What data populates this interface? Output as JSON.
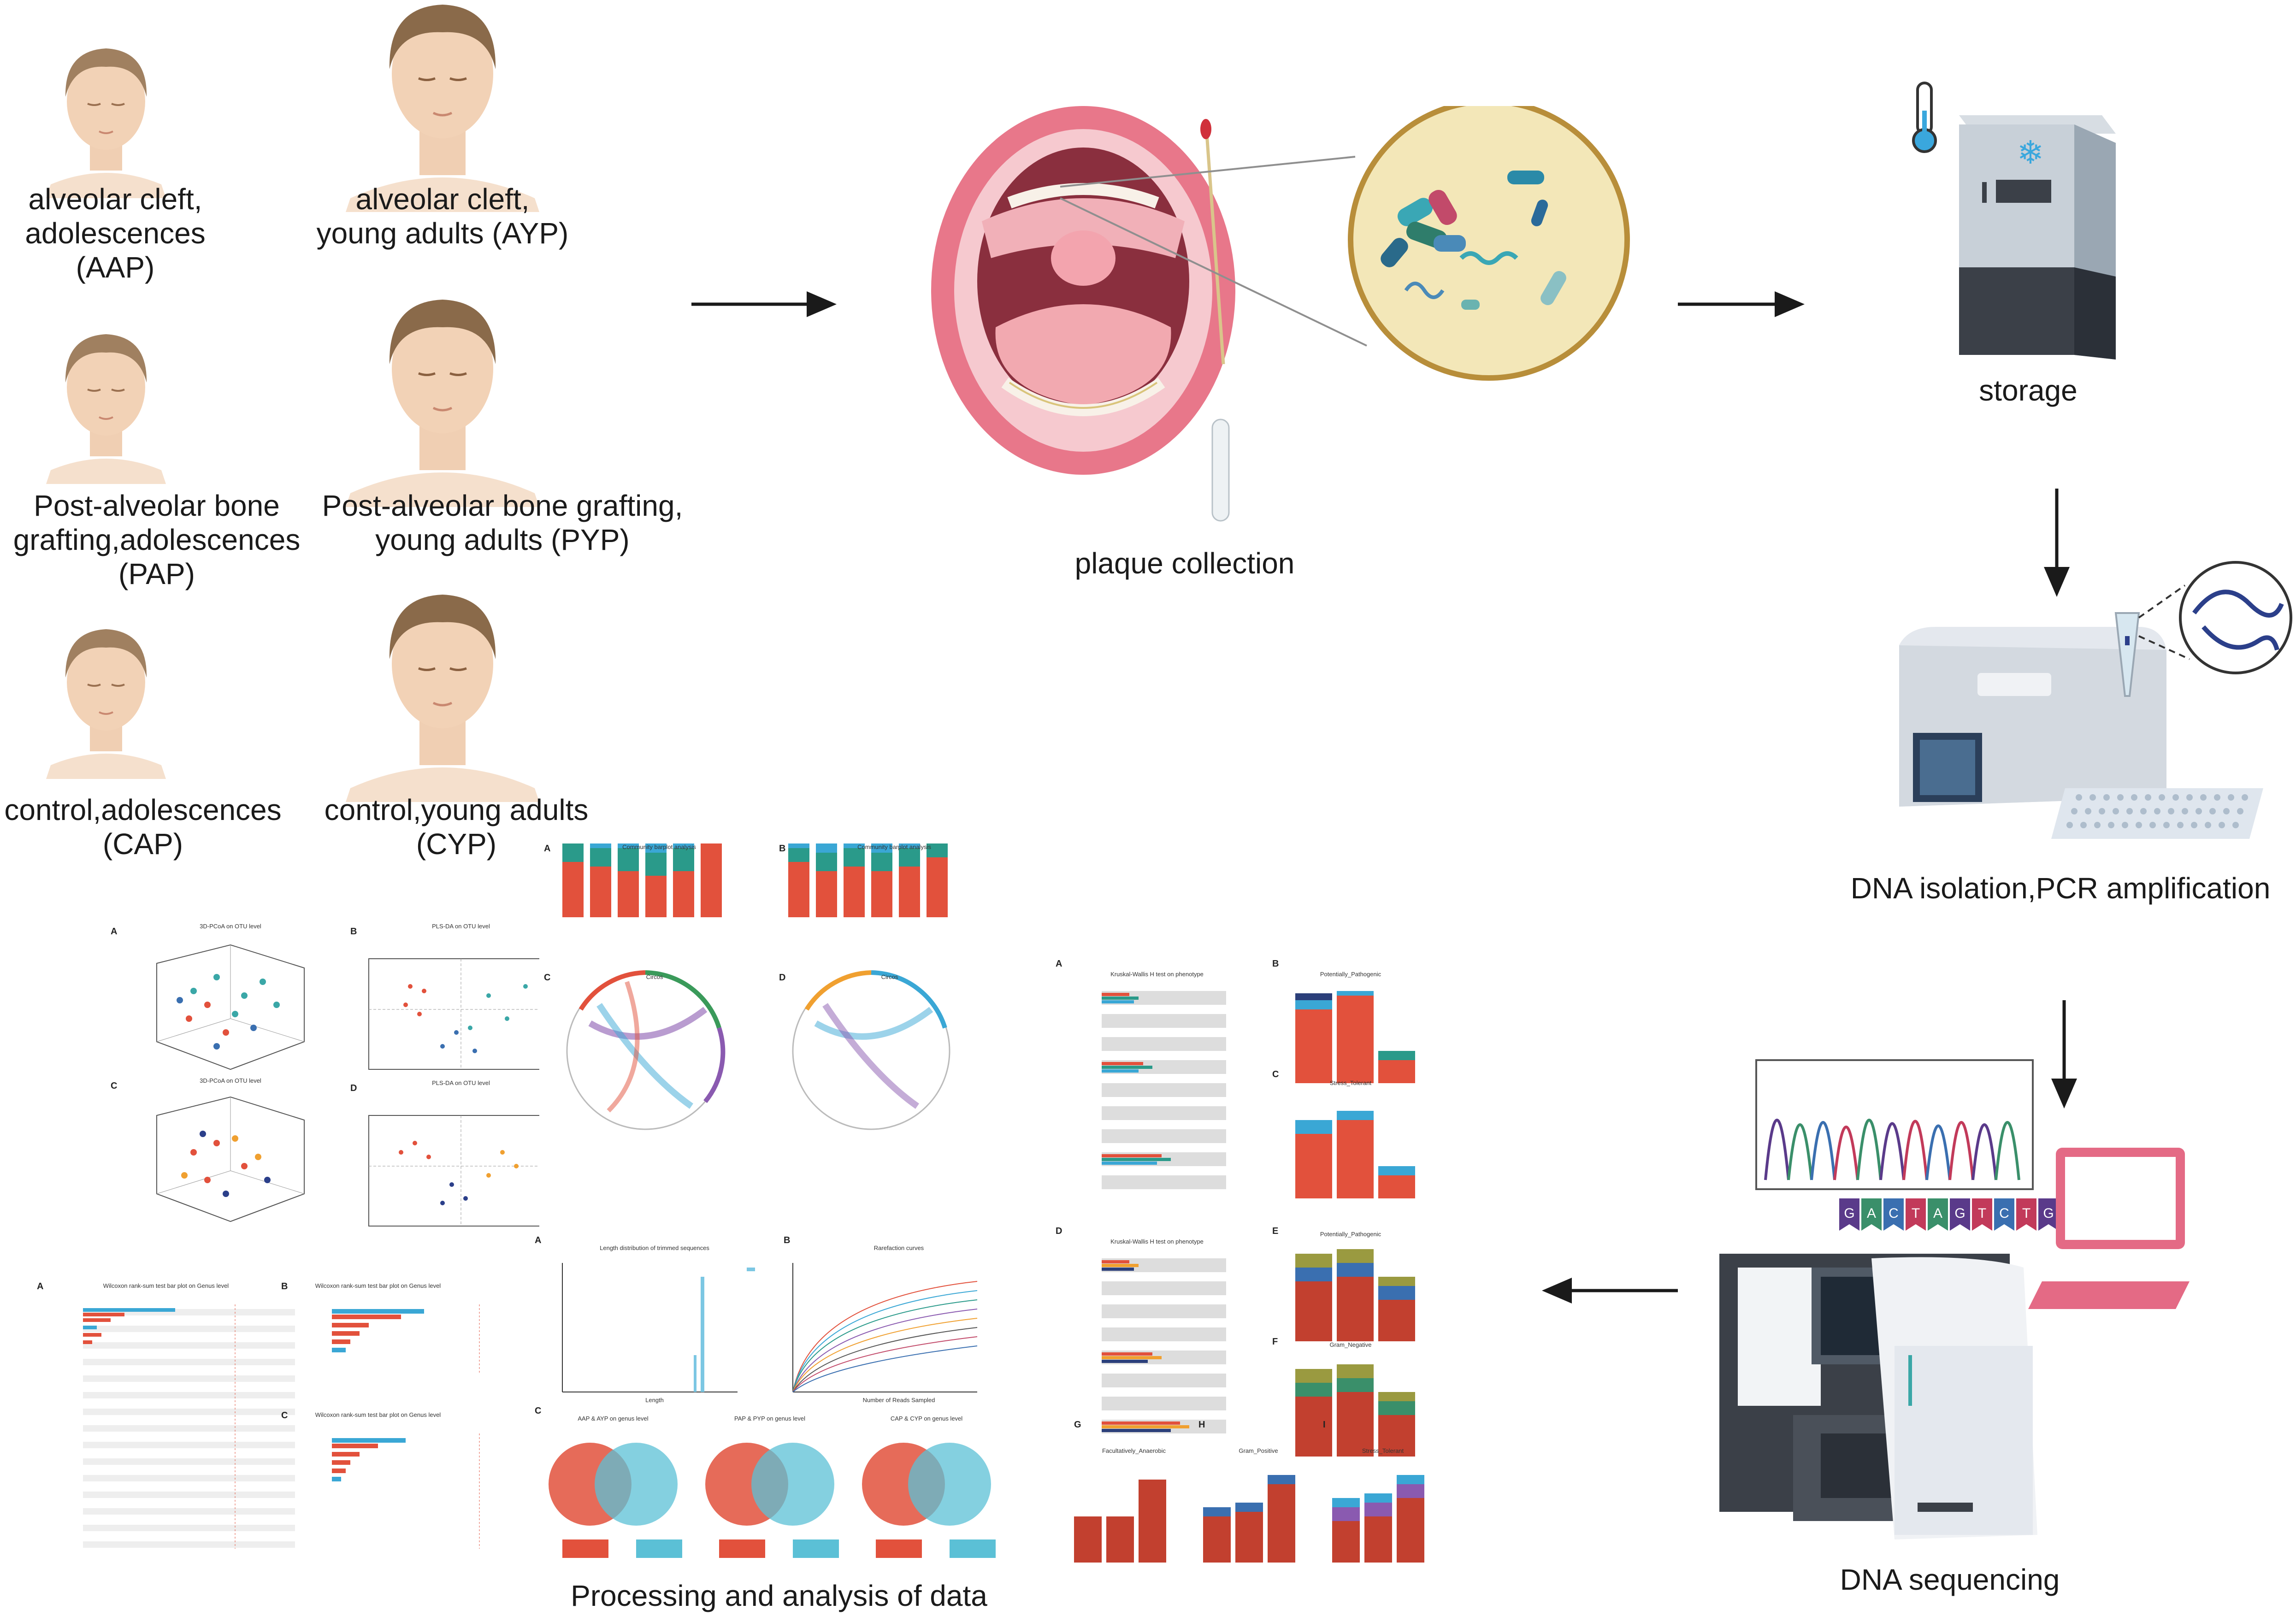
{
  "subjects": [
    {
      "id": "aap",
      "label": [
        "alveolar cleft,",
        "adolescences",
        "(AAP)"
      ]
    },
    {
      "id": "ayp",
      "label": [
        "alveolar cleft,",
        "young adults (AYP)"
      ]
    },
    {
      "id": "pap",
      "label": [
        "Post-alveolar bone",
        "grafting,adolescences",
        "(PAP)"
      ]
    },
    {
      "id": "pyp",
      "label": [
        "Post-alveolar bone grafting,",
        "young adults (PYP)"
      ]
    },
    {
      "id": "cap",
      "label": [
        "control,adolescences",
        "(CAP)"
      ]
    },
    {
      "id": "cyp",
      "label": [
        "control,young adults",
        "(CYP)"
      ]
    }
  ],
  "steps": {
    "plaque": "plaque collection",
    "storage": "storage",
    "dna": "DNA isolation,PCR amplification",
    "sequencing": "DNA sequencing",
    "analysis": "Processing and analysis of data"
  },
  "dna_bases": [
    "G",
    "A",
    "C",
    "T",
    "A",
    "G",
    "T",
    "C",
    "T",
    "G"
  ],
  "base_colors": {
    "G": "#5a3a8a",
    "A": "#3a8f6a",
    "C": "#3a6fb0",
    "T": "#c23a5a"
  },
  "mini_panels": {
    "pcoa_a": {
      "letter": "A",
      "title": "3D-PCoA on OTU level"
    },
    "plsda_b": {
      "letter": "B",
      "title": "PLS-DA on OTU level"
    },
    "pcoa_c": {
      "letter": "C",
      "title": "3D-PCoA on OTU level"
    },
    "plsda_d": {
      "letter": "D",
      "title": "PLS-DA on OTU level"
    },
    "wilcox_a": {
      "letter": "A",
      "title": "Wilcoxon rank-sum test bar plot on Genus level"
    },
    "wilcox_b": {
      "letter": "B",
      "title": "Wilcoxon rank-sum test bar plot on Genus level"
    },
    "wilcox_c": {
      "letter": "C",
      "title": "Wilcoxon rank-sum test bar plot on Genus level"
    },
    "comm_a": {
      "letter": "A",
      "title": "Community barplot analysis"
    },
    "comm_b": {
      "letter": "B",
      "title": "Community barplot analysis"
    },
    "circos_c": {
      "letter": "C",
      "title": "Circos"
    },
    "circos_d": {
      "letter": "D",
      "title": "Circos"
    },
    "len_a": {
      "letter": "A",
      "title": "Length distribution of trimmed sequences",
      "xlabel": "Length"
    },
    "rare_b": {
      "letter": "B",
      "title": "Rarefaction curves",
      "xlabel": "Number of Reads Sampled"
    },
    "venn_c": {
      "letter": "C"
    },
    "venn1": {
      "title": "AAP & AYP on genus level"
    },
    "venn2": {
      "title": "PAP & PYP on genus level"
    },
    "venn3": {
      "title": "CAP & CYP on genus level"
    },
    "kw_a": {
      "letter": "A",
      "title": "Kruskal-Wallis H test on phenotype"
    },
    "kw_d": {
      "letter": "D",
      "title": "Kruskal-Wallis H test on phenotype"
    },
    "pheno_b": {
      "letter": "B",
      "title": "Potentially_Pathogenic"
    },
    "pheno_c": {
      "letter": "C",
      "title": "Stress_Tolerant"
    },
    "pheno_e": {
      "letter": "E",
      "title": "Potentially_Pathogenic"
    },
    "pheno_f": {
      "letter": "F",
      "title": "Gram_Negative"
    },
    "pheno_g": {
      "letter": "G",
      "title": "Facultatively_Anaerobic"
    },
    "pheno_h": {
      "letter": "H",
      "title": "Gram_Positive"
    },
    "pheno_i": {
      "letter": "I",
      "title": "Stress_Tolerant"
    }
  },
  "colors": {
    "skin": "#f2d2b6",
    "hair": "#8a6a4a",
    "lip": "#e8778a",
    "teal": "#3aa7b5",
    "red": "#e2513c",
    "arrow": "#1a1a1a"
  }
}
